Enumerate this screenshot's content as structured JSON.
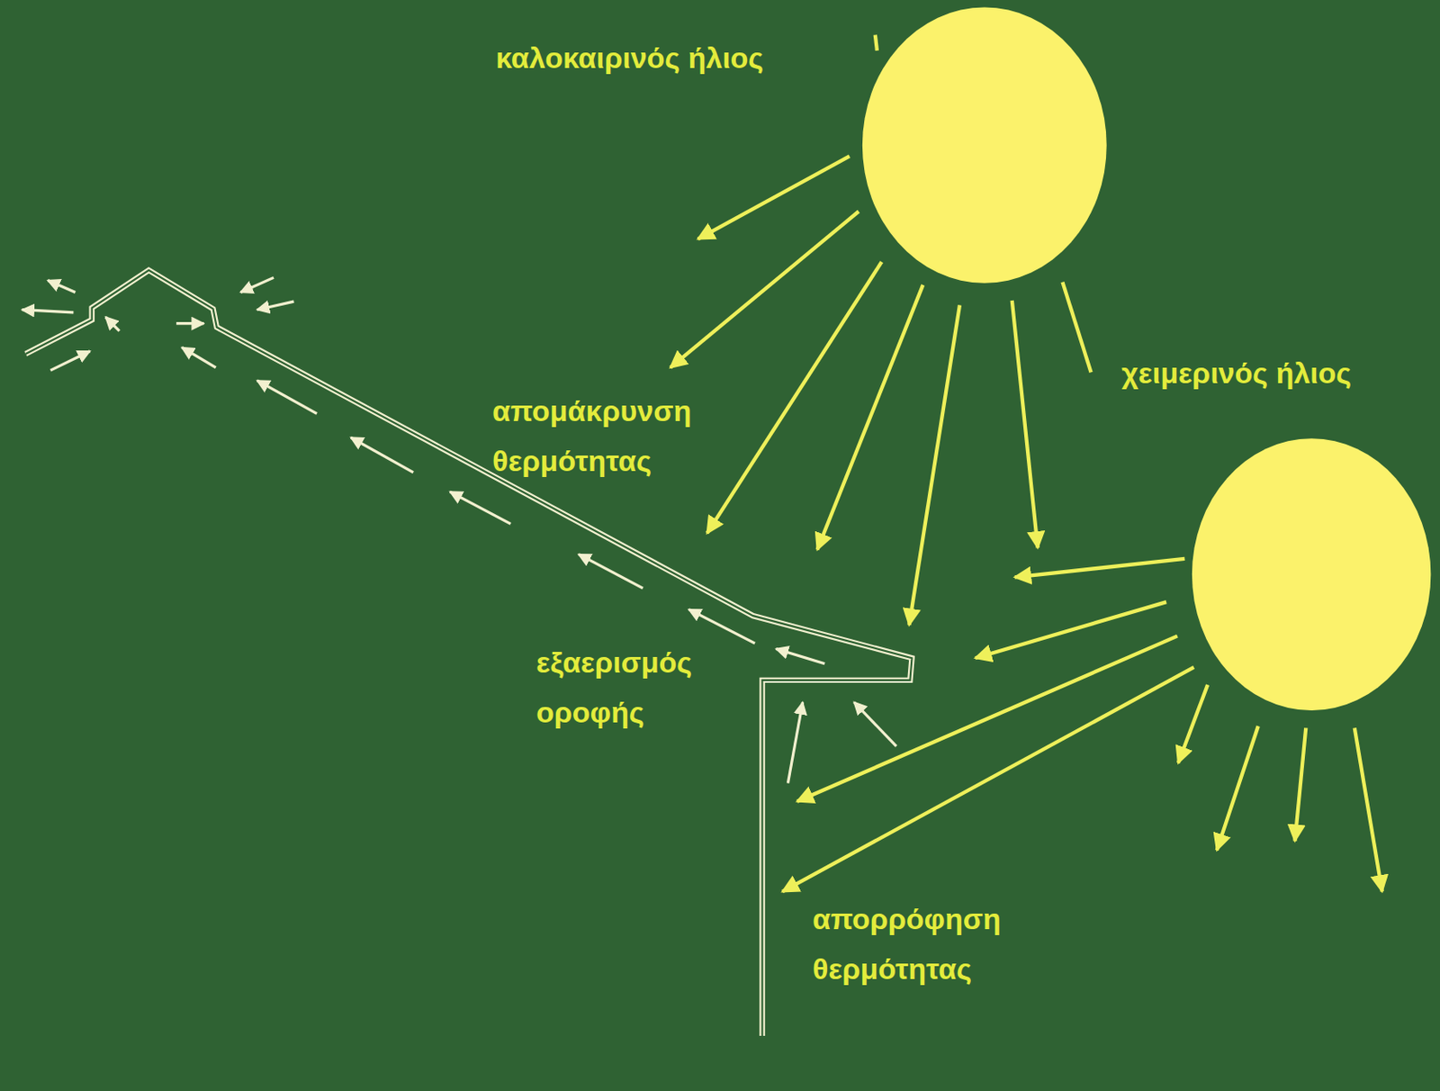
{
  "diagram": {
    "labels": [
      "καλοκαιρινός ήλιος",
      "χειμερινός ήλιος",
      "απομάκρυνση θερμότητας",
      "εξαερισμός οροφής",
      "απορρόφηση θερμότητας"
    ]
  }
}
